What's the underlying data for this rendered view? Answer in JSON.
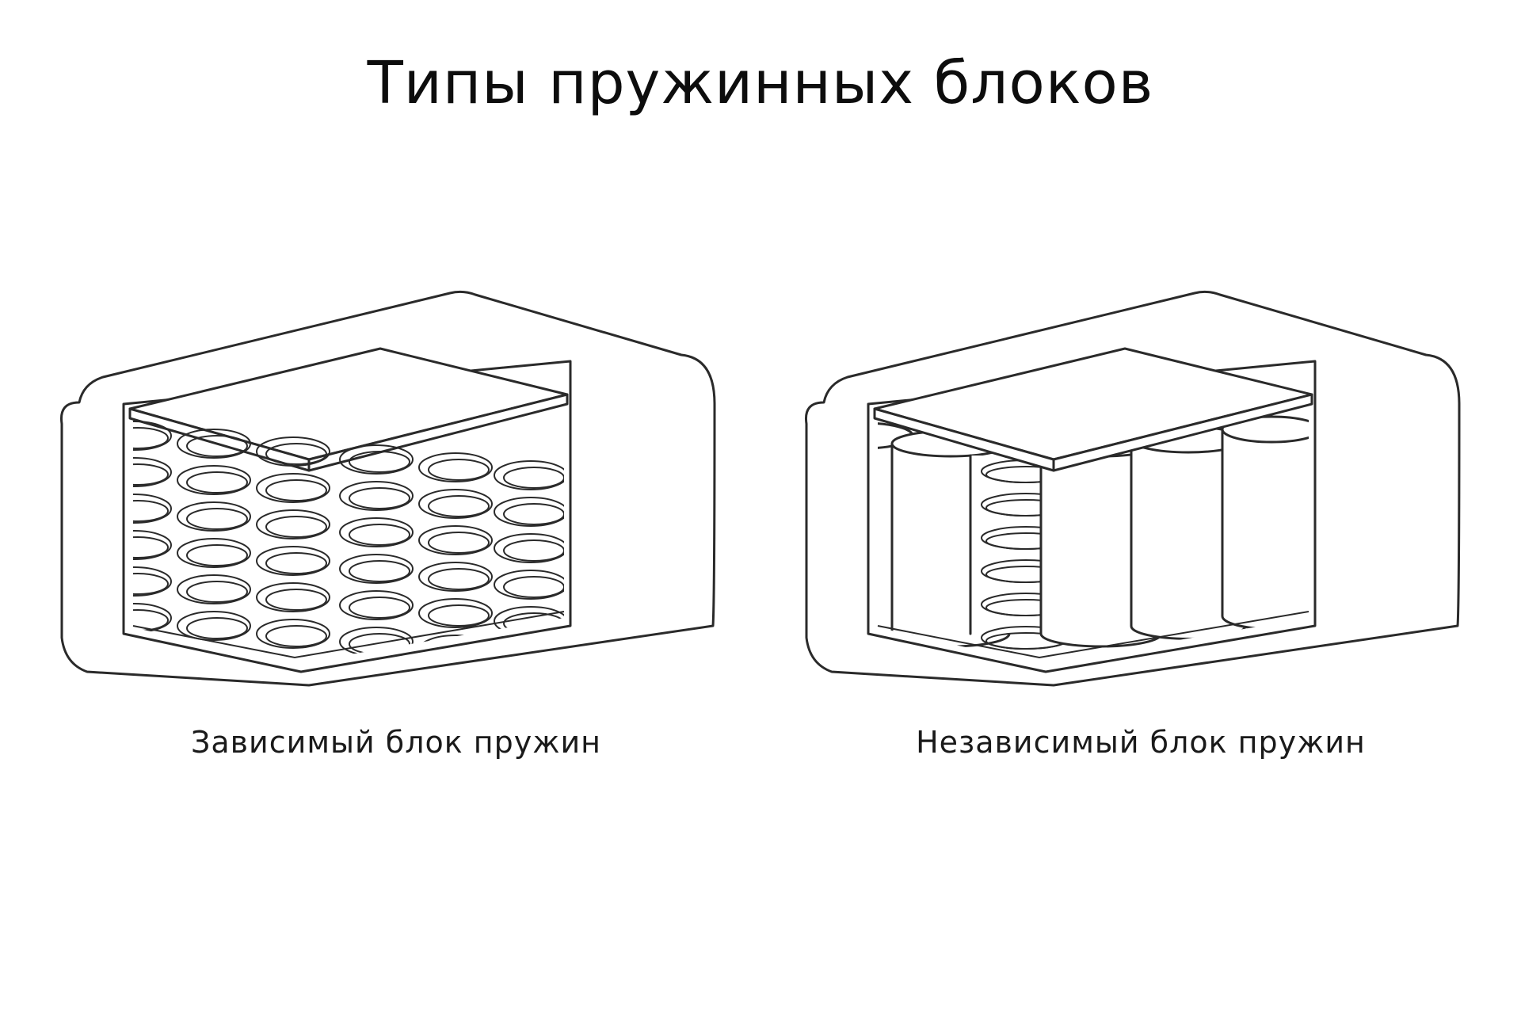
{
  "title": "Типы пружинных блоков",
  "figures": [
    {
      "caption": "Зависимый блок пружин"
    },
    {
      "caption": "Независимый блок пружин"
    }
  ],
  "colors": {
    "background": "#ffffff",
    "line": "#2a2a2a",
    "text": "#111111"
  }
}
